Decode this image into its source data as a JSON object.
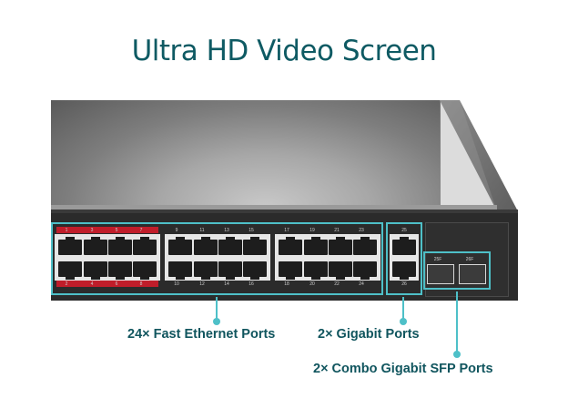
{
  "title": "Ultra HD Video Screen",
  "colors": {
    "title": "#0e5a63",
    "caption": "#10555e",
    "accent_cyan": "#4ec0c8",
    "poe_red": "#c01d2a",
    "chassis_dark": "#2b2b2b"
  },
  "switch": {
    "fast_ethernet_groups": [
      {
        "top_labels": [
          "1",
          "3",
          "5",
          "7"
        ],
        "bottom_labels": [
          "2",
          "4",
          "6",
          "8"
        ],
        "highlight": "red"
      },
      {
        "top_labels": [
          "9",
          "11",
          "13",
          "15"
        ],
        "bottom_labels": [
          "10",
          "12",
          "14",
          "16"
        ]
      },
      {
        "top_labels": [
          "17",
          "19",
          "21",
          "23"
        ],
        "bottom_labels": [
          "18",
          "20",
          "22",
          "24"
        ]
      }
    ],
    "gigabit_ports": {
      "top_label": "25",
      "bottom_label": "26"
    },
    "sfp_ports": {
      "labels": [
        "25F",
        "26F"
      ]
    }
  },
  "callouts": [
    {
      "label": "24× Fast Ethernet Ports"
    },
    {
      "label": "2× Gigabit Ports"
    },
    {
      "label": "2× Combo Gigabit SFP Ports"
    }
  ]
}
